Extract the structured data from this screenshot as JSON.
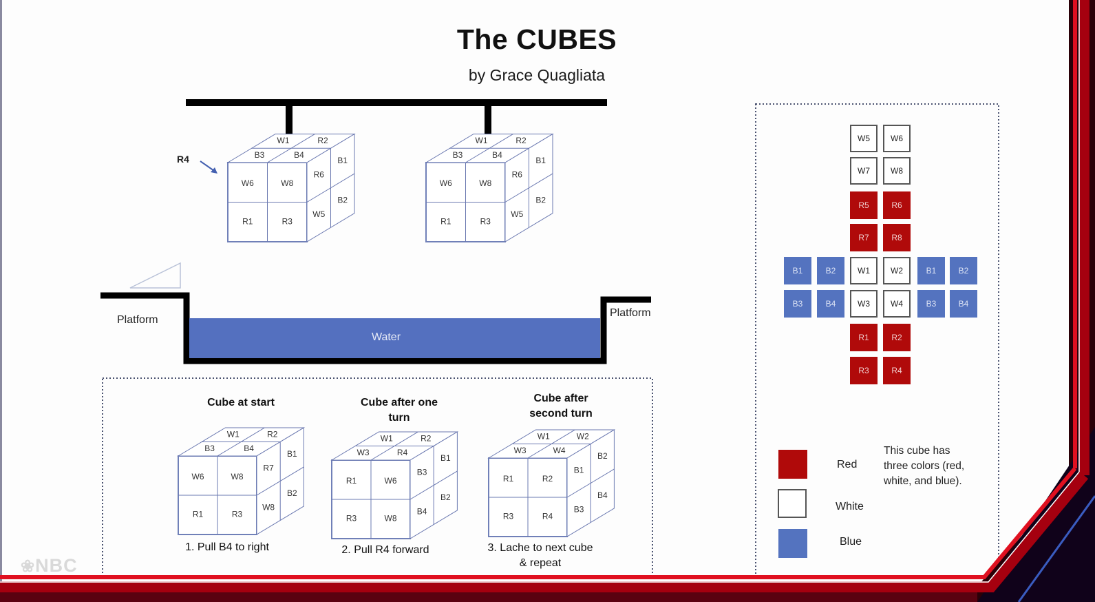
{
  "title": "The CUBES",
  "subtitle": "by Grace Quagliata",
  "diagram": {
    "r4_pointer_label": "R4",
    "platform_left": "Platform",
    "platform_right": "Platform",
    "water_label": "Water",
    "hanging_cubes": [
      {
        "top": [
          "W1",
          "R2",
          "B3",
          "B4"
        ],
        "front": [
          "W6",
          "W8",
          "R1",
          "R3"
        ],
        "side": [
          "R6",
          "B1",
          "W5",
          "B2"
        ]
      },
      {
        "top": [
          "W1",
          "R2",
          "B3",
          "B4"
        ],
        "front": [
          "W6",
          "W8",
          "R1",
          "R3"
        ],
        "side": [
          "R6",
          "B1",
          "W5",
          "B2"
        ]
      }
    ]
  },
  "steps": [
    {
      "heading": "Cube at start",
      "top": [
        "W1",
        "R2",
        "B3",
        "B4"
      ],
      "front": [
        "W6",
        "W8",
        "R1",
        "R3"
      ],
      "side": [
        "R7",
        "B1",
        "W8",
        "B2"
      ],
      "caption": "1. Pull  B4 to right"
    },
    {
      "heading": "Cube after one turn",
      "top": [
        "W1",
        "R2",
        "W3",
        "R4"
      ],
      "front": [
        "R1",
        "W6",
        "R3",
        "W8"
      ],
      "side": [
        "B3",
        "B1",
        "B4",
        "B2"
      ],
      "caption": "2. Pull R4 forward"
    },
    {
      "heading": "Cube after second turn",
      "top": [
        "W1",
        "W2",
        "W3",
        "W4"
      ],
      "front": [
        "R1",
        "R2",
        "R3",
        "R4"
      ],
      "side": [
        "B1",
        "B2",
        "B3",
        "B4"
      ],
      "caption": "3. Lache to next cube & repeat"
    }
  ],
  "net": {
    "cells": [
      {
        "label": "W5",
        "color": "white",
        "col": 2,
        "row": 0
      },
      {
        "label": "W6",
        "color": "white",
        "col": 3,
        "row": 0
      },
      {
        "label": "W7",
        "color": "white",
        "col": 2,
        "row": 1
      },
      {
        "label": "W8",
        "color": "white",
        "col": 3,
        "row": 1
      },
      {
        "label": "R5",
        "color": "red",
        "col": 2,
        "row": 2
      },
      {
        "label": "R6",
        "color": "red",
        "col": 3,
        "row": 2
      },
      {
        "label": "R7",
        "color": "red",
        "col": 2,
        "row": 3
      },
      {
        "label": "R8",
        "color": "red",
        "col": 3,
        "row": 3
      },
      {
        "label": "B1",
        "color": "blue",
        "col": 0,
        "row": 4
      },
      {
        "label": "B2",
        "color": "blue",
        "col": 1,
        "row": 4
      },
      {
        "label": "W1",
        "color": "white",
        "col": 2,
        "row": 4
      },
      {
        "label": "W2",
        "color": "white",
        "col": 3,
        "row": 4
      },
      {
        "label": "B1",
        "color": "blue",
        "col": 4,
        "row": 4
      },
      {
        "label": "B2",
        "color": "blue",
        "col": 5,
        "row": 4
      },
      {
        "label": "B3",
        "color": "blue",
        "col": 0,
        "row": 5
      },
      {
        "label": "B4",
        "color": "blue",
        "col": 1,
        "row": 5
      },
      {
        "label": "W3",
        "color": "white",
        "col": 2,
        "row": 5
      },
      {
        "label": "W4",
        "color": "white",
        "col": 3,
        "row": 5
      },
      {
        "label": "B3",
        "color": "blue",
        "col": 4,
        "row": 5
      },
      {
        "label": "B4",
        "color": "blue",
        "col": 5,
        "row": 5
      },
      {
        "label": "R1",
        "color": "red",
        "col": 2,
        "row": 6
      },
      {
        "label": "R2",
        "color": "red",
        "col": 3,
        "row": 6
      },
      {
        "label": "R3",
        "color": "red",
        "col": 2,
        "row": 7
      },
      {
        "label": "R4",
        "color": "red",
        "col": 3,
        "row": 7
      }
    ]
  },
  "legend": {
    "items": [
      {
        "label": "Red",
        "color": "#b00a0a"
      },
      {
        "label": "White",
        "color": "#ffffff"
      },
      {
        "label": "Blue",
        "color": "#5473bf"
      }
    ],
    "note": "This cube has three colors (red, white, and blue)."
  },
  "colors": {
    "red": "#b00a0a",
    "blue": "#5473bf",
    "white": "#ffffff",
    "water": "#5470bf",
    "frame_red": "#c8101a"
  },
  "watermark": "NBC"
}
